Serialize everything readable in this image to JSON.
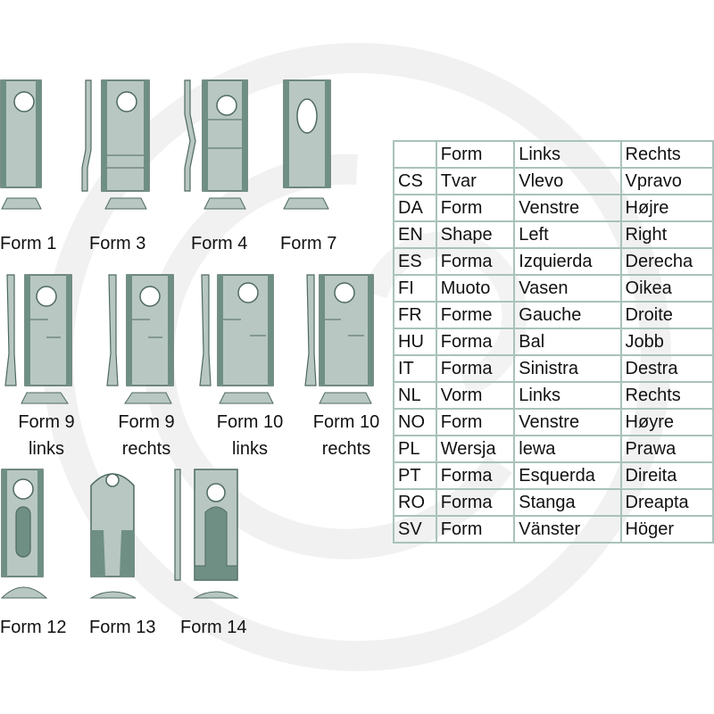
{
  "colors": {
    "blade_fill": "#b8c7c2",
    "blade_shade": "#6f8f84",
    "blade_stroke": "#4e6a60",
    "table_border": "#a9c2bb",
    "watermark": "#f0f0f0"
  },
  "forms": {
    "f1": "Form 1",
    "f3": "Form 3",
    "f4": "Form 4",
    "f7": "Form 7",
    "f9l": [
      "Form 9",
      "links"
    ],
    "f9r": [
      "Form 9",
      "rechts"
    ],
    "f10l": [
      "Form 10",
      "links"
    ],
    "f10r": [
      "Form 10",
      "rechts"
    ],
    "f12": "Form 12",
    "f13": "Form 13",
    "f14": "Form 14"
  },
  "table": {
    "header": [
      "",
      "Form",
      "Links",
      "Rechts"
    ],
    "rows": [
      [
        "CS",
        "Tvar",
        "Vlevo",
        "Vpravo"
      ],
      [
        "DA",
        "Form",
        "Venstre",
        "Højre"
      ],
      [
        "EN",
        "Shape",
        "Left",
        "Right"
      ],
      [
        "ES",
        "Forma",
        "Izquierda",
        "Derecha"
      ],
      [
        "FI",
        "Muoto",
        "Vasen",
        "Oikea"
      ],
      [
        "FR",
        "Forme",
        "Gauche",
        "Droite"
      ],
      [
        "HU",
        "Forma",
        "Bal",
        "Jobb"
      ],
      [
        "IT",
        "Forma",
        "Sinistra",
        "Destra"
      ],
      [
        "NL",
        "Vorm",
        "Links",
        "Rechts"
      ],
      [
        "NO",
        "Form",
        "Venstre",
        "Høyre"
      ],
      [
        "PL",
        "Wersja",
        "lewa",
        "Prawa"
      ],
      [
        "PT",
        "Forma",
        "Esquerda",
        "Direita"
      ],
      [
        "RO",
        "Forma",
        "Stanga",
        "Dreapta"
      ],
      [
        "SV",
        "Form",
        "Vänster",
        "Höger"
      ]
    ]
  }
}
